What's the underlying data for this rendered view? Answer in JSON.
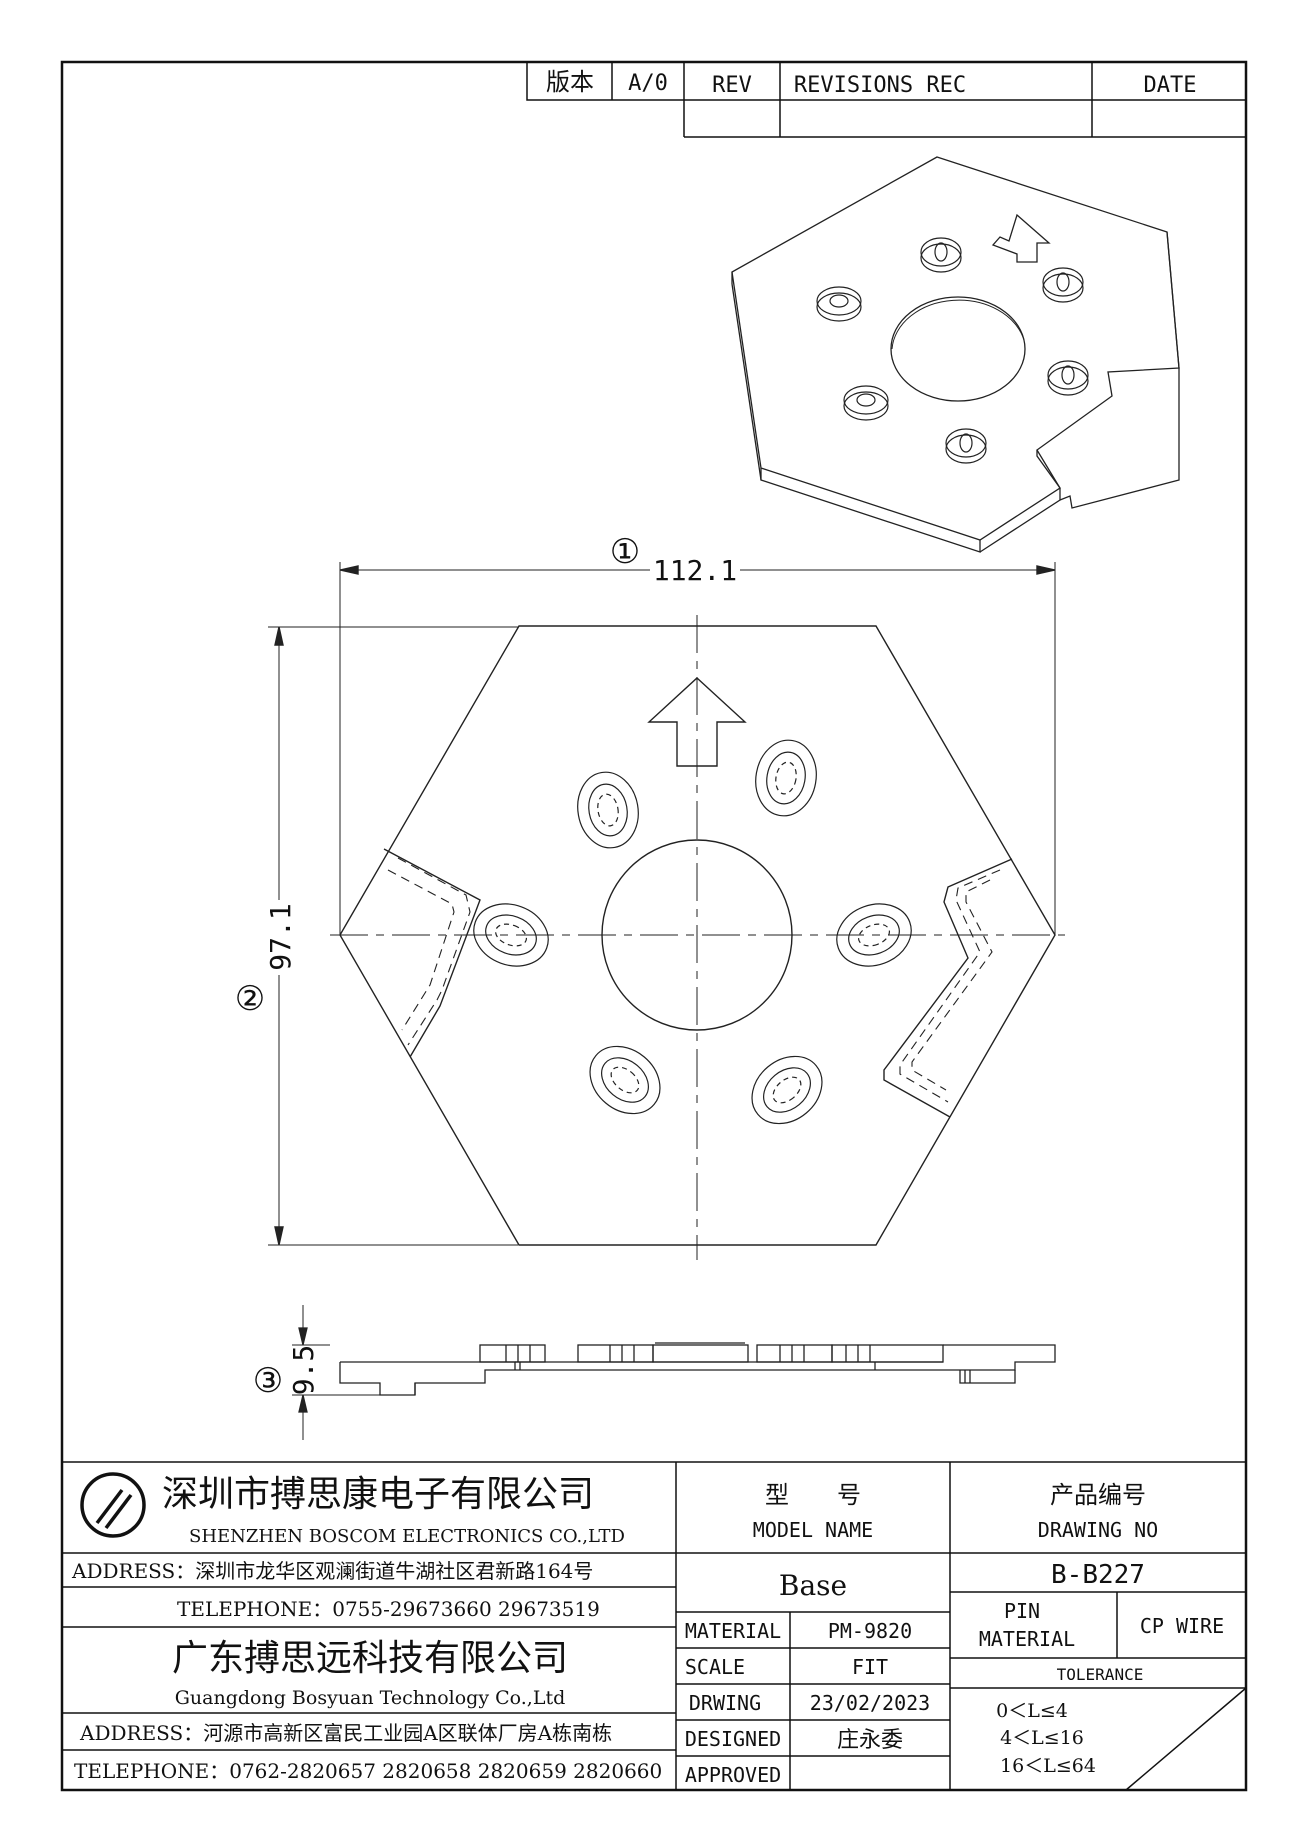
{
  "revision_block": {
    "version_label": "版本",
    "version_value": "A/0",
    "rev_label": "REV",
    "revisions_label": "REVISIONS REC",
    "date_label": "DATE"
  },
  "dimensions": {
    "d1_marker": "①",
    "d1_value": "112.1",
    "d2_marker": "②",
    "d2_value": "97.1",
    "d3_marker": "③",
    "d3_value": "9.5"
  },
  "company1": {
    "name_cn": "深圳市搏思康电子有限公司",
    "name_en": "SHENZHEN BOSCOM ELECTRONICS CO.,LTD",
    "address_label": "ADDRESS：",
    "address": "深圳市龙华区观澜街道牛湖社区君新路164号",
    "telephone_label": "TELEPHONE：",
    "telephone": "0755-29673660 29673519"
  },
  "company2": {
    "name_cn": "广东搏思远科技有限公司",
    "name_en": "Guangdong Bosyuan Technology Co.,Ltd",
    "address_label": "ADDRESS：",
    "address": "河源市高新区富民工业园A区联体厂房A栋南栋",
    "telephone_label": "TELEPHONE：",
    "telephone": "0762-2820657 2820658 2820659 2820660"
  },
  "title_block": {
    "model_cn": "型　　号",
    "model_en": "MODEL NAME",
    "drawing_cn": "产品编号",
    "drawing_en": "DRAWING NO",
    "model_value": "Base",
    "drawing_value": "B-B227",
    "material_label": "MATERIAL",
    "material_value": "PM-9820",
    "pin_label_1": "PIN",
    "pin_label_2": "MATERIAL",
    "pin_value": "CP WIRE",
    "scale_label": "SCALE",
    "scale_value": "FIT",
    "tolerance_label": "TOLERANCE",
    "drwing_label": "DRWING",
    "drwing_value": "23/02/2023",
    "designed_label": "DESIGNED",
    "designed_value": "庄永委",
    "approved_label": "APPROVED",
    "tolerance_1": "0＜L≤4",
    "tolerance_2": "4＜L≤16",
    "tolerance_3": "16＜L≤64"
  }
}
